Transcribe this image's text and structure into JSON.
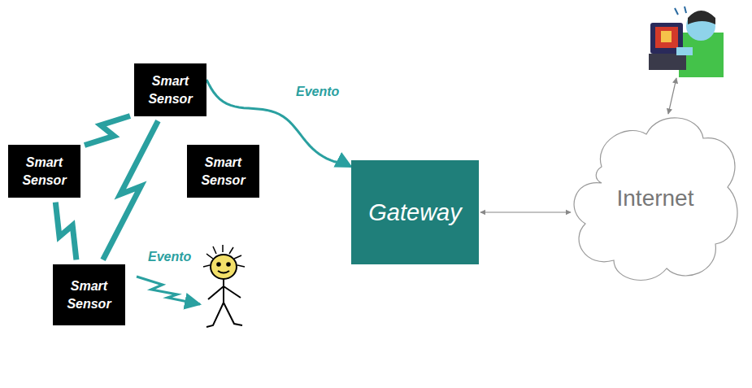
{
  "diagram": {
    "nodes": [
      {
        "text": [
          "Smart Sensor"
        ]
      },
      {
        "text": [
          "Smart Sensor"
        ]
      },
      {
        "text": [
          "Smart Sensor"
        ]
      },
      {
        "text": [
          "Smart Sensor"
        ]
      },
      {
        "text": [
          "Gateway"
        ]
      },
      {
        "text": [
          "Internet"
        ]
      }
    ],
    "edges": [
      {
        "from": 0,
        "to": 4,
        "label": "Evento",
        "arrow": "to"
      },
      {
        "from": 0,
        "to": 1,
        "arrow": "none"
      },
      {
        "from": 1,
        "to": 3,
        "arrow": "none"
      },
      {
        "from": 0,
        "to": 3,
        "arrow": "none"
      },
      {
        "from": 4,
        "to": 5,
        "arrow": "both"
      }
    ],
    "labels": [
      "Evento"
    ]
  }
}
